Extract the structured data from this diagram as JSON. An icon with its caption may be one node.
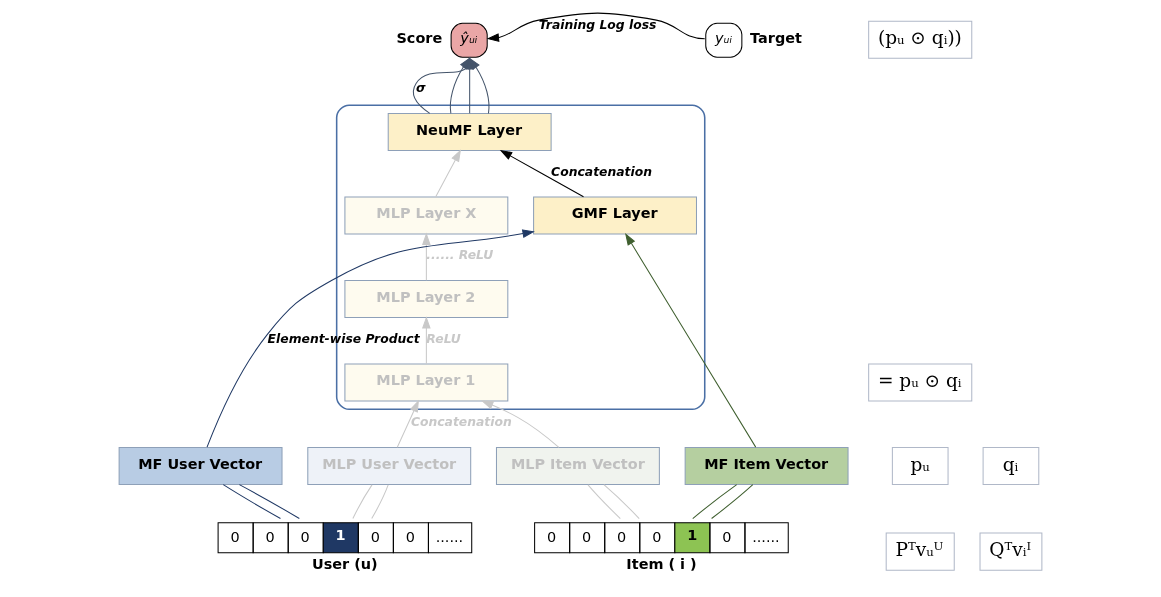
{
  "diagram": {
    "nodes": [
      {
        "text": [
          "ŷᵤᵢ"
        ],
        "beside": [
          "Score"
        ]
      },
      {
        "text": [
          "yᵤᵢ"
        ],
        "beside": [
          "Target"
        ]
      },
      {
        "text": [],
        "shape": "box"
      },
      {
        "text": [
          "NeuMF Layer"
        ],
        "in": 2
      },
      {
        "text": [
          "GMF Layer"
        ],
        "in": 2
      },
      {
        "text": [
          "MLP Layer X"
        ],
        "in": 2
      },
      {
        "text": [
          "MLP Layer 2"
        ],
        "in": 2
      },
      {
        "text": [
          "MLP Layer 1"
        ],
        "in": 2
      },
      {
        "text": [
          "MF User Vector"
        ]
      },
      {
        "text": [
          "MLP User Vector"
        ]
      },
      {
        "text": [
          "MF Item Vector"
        ]
      },
      {
        "text": [
          "MLP Item Vector"
        ]
      },
      {
        "text": [
          "0",
          "0",
          "0",
          "1",
          "0",
          "0",
          "......"
        ],
        "beside": [
          "User (u)"
        ]
      },
      {
        "text": [
          "0",
          "0",
          "0",
          "0",
          "1",
          "0",
          "......"
        ],
        "beside": [
          "Item ( i )"
        ]
      },
      {
        "text": [
          "(pᵤ ⊙ qᵢ))"
        ]
      },
      {
        "text": [
          "= pᵤ ⊙ qᵢ"
        ]
      },
      {
        "text": [
          "pᵤ"
        ]
      },
      {
        "text": [
          "Pᵀvᵤᵁ"
        ]
      },
      {
        "text": [
          "qᵢ"
        ]
      },
      {
        "text": [
          "Qᵀvᵢᴵ"
        ]
      }
    ],
    "edges": [
      {
        "from": 1,
        "to": 0,
        "arrow": "to",
        "label": "Training Log loss",
        "color": "#000000"
      },
      {
        "from": 3,
        "to": 0,
        "arrow": "to",
        "label": "σ",
        "color": "#44546a"
      },
      {
        "from": 3,
        "to": 0,
        "arrow": "to",
        "color": "#44546a"
      },
      {
        "from": 3,
        "to": 0,
        "arrow": "to",
        "color": "#44546a"
      },
      {
        "from": 3,
        "to": 0,
        "arrow": "to",
        "color": "#44546a"
      },
      {
        "from": 4,
        "to": 3,
        "arrow": "to",
        "label": "Concatenation",
        "color": "#000000"
      },
      {
        "from": 5,
        "to": 3,
        "arrow": "to",
        "color": "#c8c8c8"
      },
      {
        "from": 6,
        "to": 5,
        "arrow": "to",
        "label": "...... ReLU",
        "color": "#c8c8c8"
      },
      {
        "from": 7,
        "to": 6,
        "arrow": "to",
        "label": "ReLU",
        "color": "#c8c8c8"
      },
      {
        "from": 8,
        "to": 4,
        "arrow": "to",
        "label": "Element-wise Product",
        "color": "#1f3864"
      },
      {
        "from": 10,
        "to": 4,
        "arrow": "to",
        "color": "#3f5f2f"
      },
      {
        "from": 9,
        "to": 7,
        "arrow": "to",
        "label": "Concatenation",
        "color": "#c8c8c8"
      },
      {
        "from": 11,
        "to": 7,
        "arrow": "to",
        "color": "#c8c8c8"
      },
      {
        "from": 12,
        "to": 8,
        "arrow": "none",
        "color": "#1f3864"
      },
      {
        "from": 12,
        "to": 8,
        "arrow": "none",
        "color": "#1f3864"
      },
      {
        "from": 12,
        "to": 9,
        "arrow": "none",
        "color": "#c8c8c8"
      },
      {
        "from": 12,
        "to": 9,
        "arrow": "none",
        "color": "#c8c8c8"
      },
      {
        "from": 13,
        "to": 10,
        "arrow": "none",
        "color": "#3f5f2f"
      },
      {
        "from": 13,
        "to": 10,
        "arrow": "none",
        "color": "#3f5f2f"
      },
      {
        "from": 13,
        "to": 11,
        "arrow": "none",
        "color": "#c8c8c8"
      },
      {
        "from": 13,
        "to": 11,
        "arrow": "none",
        "color": "#c8c8c8"
      }
    ]
  }
}
